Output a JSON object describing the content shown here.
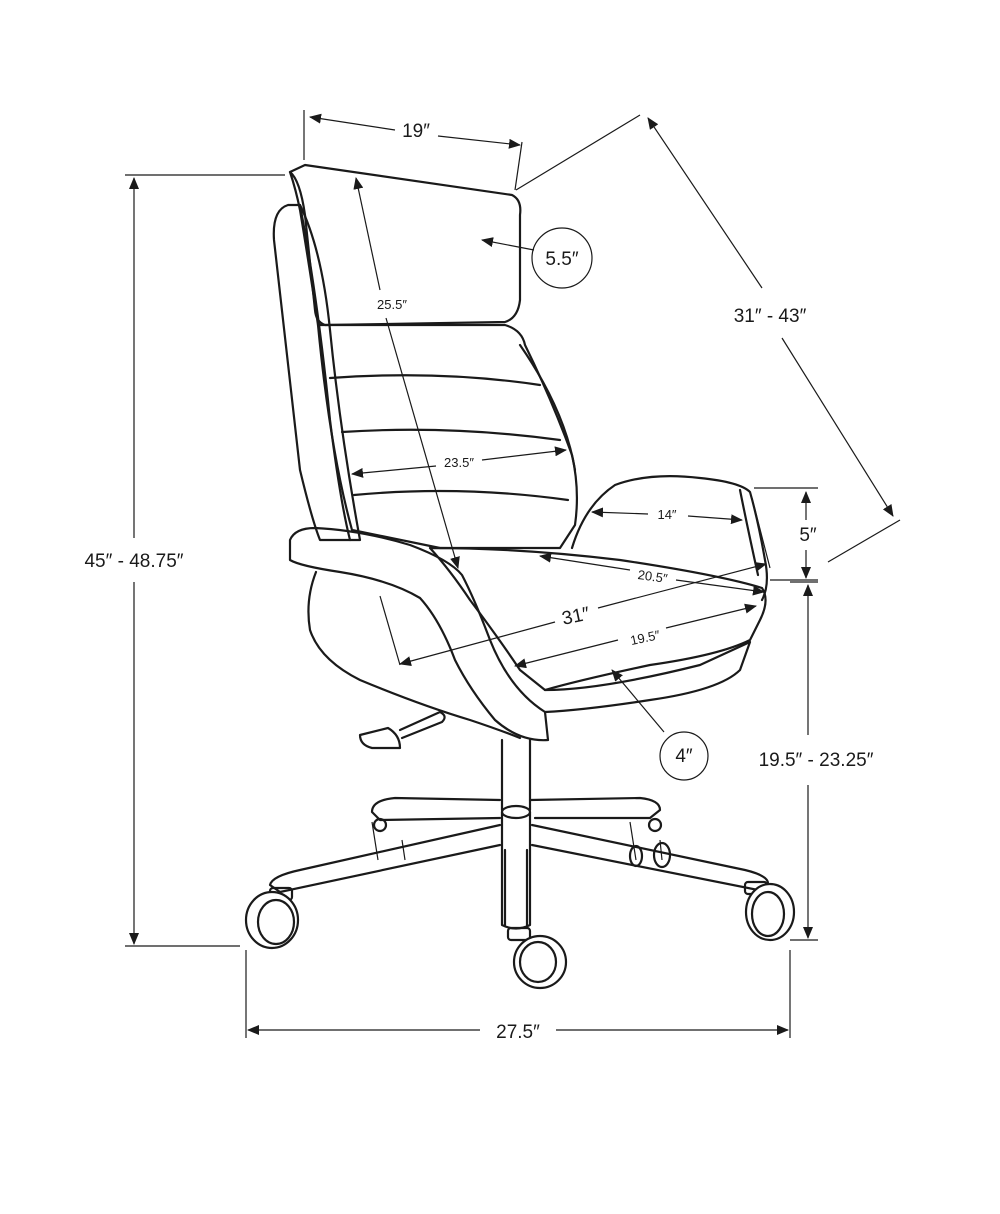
{
  "dimensions": {
    "back_width": "19″",
    "headrest_thickness": "5.5″",
    "back_height": "25.5″",
    "depth_range": "31″ - 43″",
    "back_inner_width": "23.5″",
    "arm_length": "14″",
    "arm_height": "5″",
    "overall_height": "45″ - 48.75″",
    "seat_depth": "20.5″",
    "overall_width": "31″",
    "seat_width": "19.5″",
    "seat_thickness": "4″",
    "seat_height": "19.5″ - 23.25″",
    "base_width": "27.5″"
  }
}
